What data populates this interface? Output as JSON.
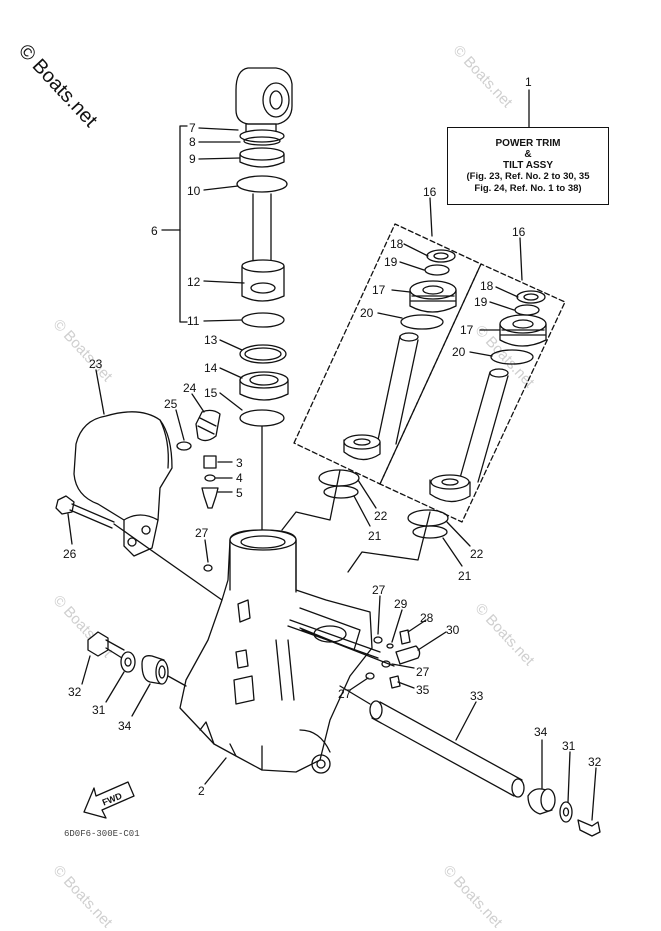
{
  "copyright": "© Boats.net",
  "watermark": "© Boats.net",
  "title_box": {
    "line1": "POWER TRIM",
    "line2": "&",
    "line3": "TILT ASSY",
    "ref1": "(Fig. 23, Ref. No. 2 to 30, 35",
    "ref2": "Fig. 24, Ref. No. 1 to 38)"
  },
  "fwd_label": "FWD",
  "drawing_code": "6D0F6-300E-C01",
  "callouts": [
    "1",
    "2",
    "3",
    "4",
    "5",
    "6",
    "7",
    "8",
    "9",
    "10",
    "11",
    "12",
    "13",
    "14",
    "15",
    "16",
    "16",
    "17",
    "17",
    "18",
    "18",
    "19",
    "19",
    "20",
    "20",
    "21",
    "21",
    "22",
    "22",
    "23",
    "24",
    "25",
    "26",
    "27",
    "27",
    "27",
    "27",
    "27",
    "28",
    "29",
    "30",
    "31",
    "31",
    "32",
    "32",
    "33",
    "34",
    "34",
    "35"
  ]
}
